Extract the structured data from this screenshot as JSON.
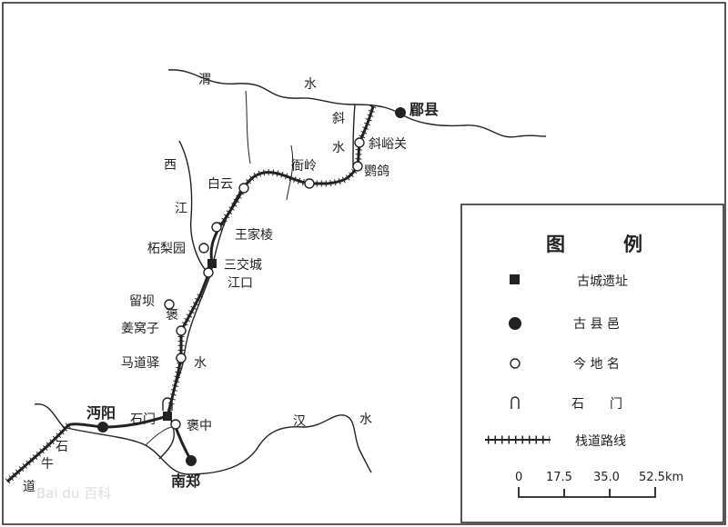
{
  "rivers": {
    "wei": [
      "渭",
      "水"
    ],
    "xie": [
      "斜",
      "水"
    ],
    "xijiang": [
      "西",
      "江"
    ],
    "bao": [
      "褒",
      "水"
    ],
    "han": [
      "汉",
      "水"
    ]
  },
  "places": {
    "meixian": "郿县",
    "xieyuguan": "斜峪关",
    "yingge": "鹦鸽",
    "yaling": "衙岭",
    "baiyun": "白云",
    "wangjialing": "王家棱",
    "zheliyuan": "柘梨园",
    "sanjiaocheng": "三交城",
    "jiangkou": "江口",
    "liuba": "留坝",
    "jiangwozi": "姜窝子",
    "madaoyi": "马道驿",
    "shimen": "石门",
    "baozhong": "褒中",
    "mianyang": "沔阳",
    "nanzheng": "南郑"
  },
  "shiniudao": [
    "石",
    "牛",
    "道"
  ],
  "legend": {
    "title": [
      "图",
      "例"
    ],
    "items": [
      {
        "icon": "filled-square",
        "label": "古城遗址"
      },
      {
        "icon": "filled-circle",
        "label": "古 县 邑"
      },
      {
        "icon": "open-circle",
        "label": "今 地 名"
      },
      {
        "icon": "arch",
        "label": "石　　门"
      },
      {
        "icon": "railroad-track",
        "label": "栈道路线"
      }
    ],
    "scale": {
      "ticks": [
        "0",
        "17.5",
        "35.0",
        "52.5km"
      ]
    }
  },
  "watermark": "Bai du 百科"
}
